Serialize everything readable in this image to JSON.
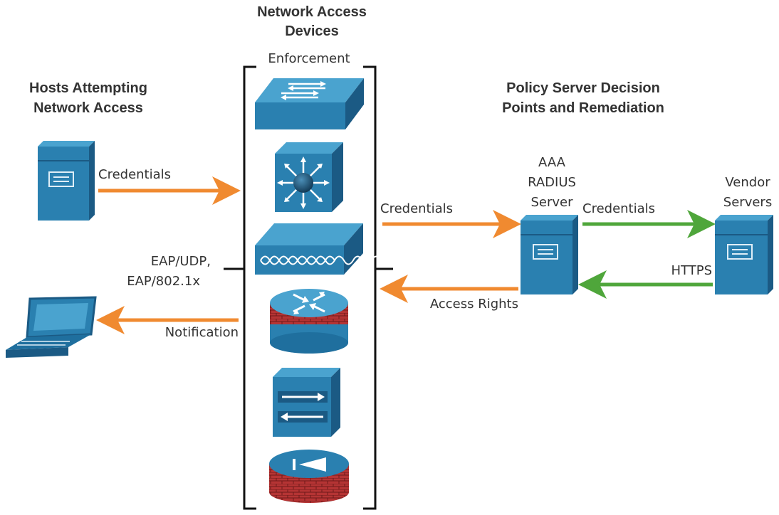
{
  "headings": {
    "hosts": [
      "Hosts Attempting",
      "Network Access"
    ],
    "nad": [
      "Network Access",
      "Devices"
    ],
    "policy": [
      "Policy Server Decision",
      "Points and Remediation"
    ]
  },
  "labels": {
    "enforcement": "Enforcement",
    "credentials_host": "Credentials",
    "eap_line1": "EAP/UDP,",
    "eap_line2": "EAP/802.1x",
    "notification": "Notification",
    "credentials_to_aaa": "Credentials",
    "access_rights": "Access Rights",
    "aaa": [
      "AAA",
      "RADIUS",
      "Server"
    ],
    "credentials_to_vendor": "Credentials",
    "https": "HTTPS",
    "vendor": [
      "Vendor",
      "Servers"
    ]
  },
  "colors": {
    "device_blue": "#2a80b0",
    "device_dark": "#1b5a84",
    "device_top": "#4aa3cf",
    "arrow_orange": "#f08a30",
    "arrow_green": "#4fa63b",
    "firewall_red": "#b03030",
    "text": "#333333",
    "bracket": "#111111"
  },
  "icons": [
    "server-icon",
    "laptop-icon",
    "switch-icon",
    "layer3-switch-icon",
    "wireless-controller-icon",
    "firewall-router-icon",
    "content-switch-icon",
    "asa-firewall-icon"
  ]
}
